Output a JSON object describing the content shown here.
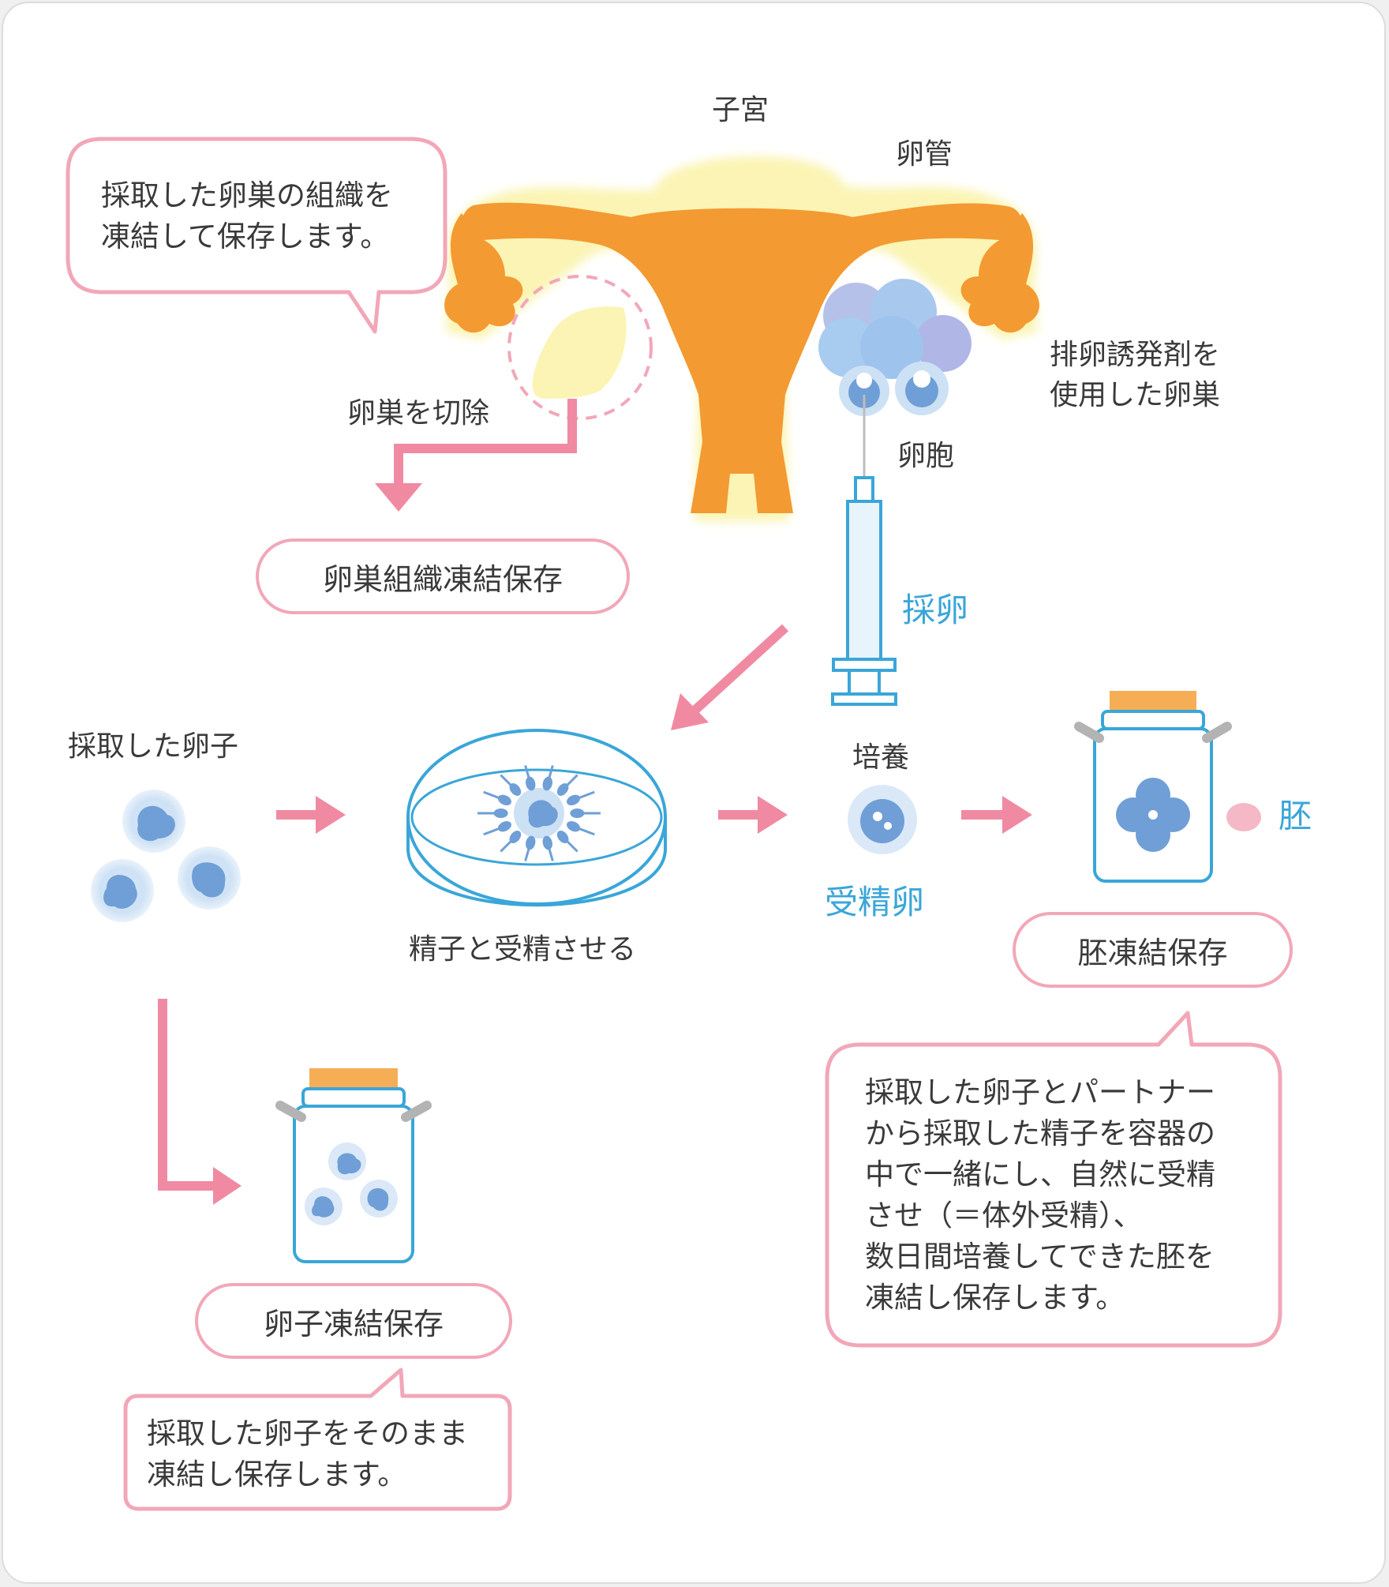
{
  "labels": {
    "uterus": "子宮",
    "fallopian_tube": "卵管",
    "stimulated_ovary": [
      "排卵誘発剤を",
      "使用した卵巣"
    ],
    "follicle": "卵胞",
    "remove_ovary": "卵巣を切除",
    "egg_retrieval": "採卵",
    "retrieved_eggs": "採取した卵子",
    "fertilize_with_sperm": "精子と受精させる",
    "culture": "培養",
    "fertilized_egg": "受精卵",
    "embryo": "胚"
  },
  "methods": {
    "ovarian_tissue": "卵巣組織凍結保存",
    "egg": "卵子凍結保存",
    "embryo": "胚凍結保存"
  },
  "bubbles": {
    "ovarian_tissue": [
      "採取した卵巣の組織を",
      "凍結して保存します。"
    ],
    "egg": [
      "採取した卵子をそのまま",
      "凍結し保存します。"
    ],
    "embryo": [
      "採取した卵子とパートナー",
      "から採取した精子を容器の",
      "中で一緒にし、自然に受精",
      "させ（＝体外受精）、",
      "数日間培養してできた胚を",
      "凍結し保存します。"
    ]
  },
  "colors": {
    "uterus_orange": "#f39a32",
    "uterus_glow": "#fbf4b4",
    "pink": "#f2a7b8",
    "arrow_pink": "#f08aa2",
    "blue": "#3aa6d8",
    "egg_blue": "#6f9fd6",
    "cap_orange": "#f5ae55"
  }
}
